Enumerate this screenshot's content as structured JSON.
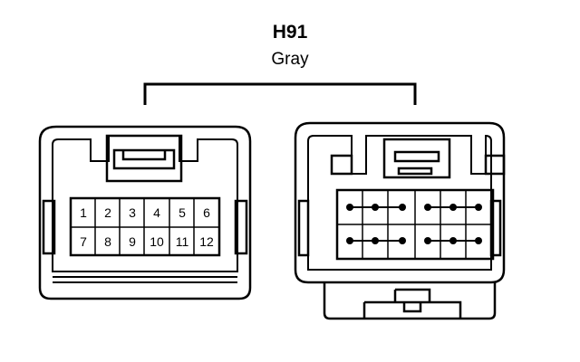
{
  "connector": {
    "code": "H91",
    "color": "Gray"
  },
  "pins": [
    "1",
    "2",
    "3",
    "4",
    "5",
    "6",
    "7",
    "8",
    "9",
    "10",
    "11",
    "12"
  ],
  "colors": {
    "line": "#000000",
    "background": "#ffffff"
  }
}
